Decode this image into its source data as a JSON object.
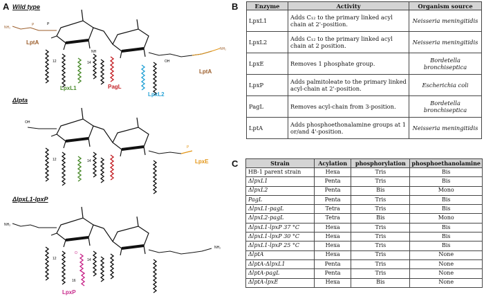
{
  "panels": {
    "a": "A",
    "b": "B",
    "c": "C"
  },
  "subpanels": [
    "Wild type",
    "Δlpta",
    "ΔlpxL1-lpxP"
  ],
  "labels": {
    "lptA_left": "LptA",
    "lptA_right": "LptA",
    "lpxL1": "LpxL1",
    "pagL": "PagL",
    "lpxL2": "LpxL2",
    "lpxE": "LpxE",
    "lpxP": "LpxP"
  },
  "atoms": {
    "oh": "OH",
    "o": "O",
    "nh": "NH",
    "nh2": "NH₂",
    "p": "P",
    "c12": "12",
    "c14": "14",
    "c16": "16"
  },
  "colors": {
    "lptA": "#9b5d2a",
    "lpxL1": "#4a8a2c",
    "pagL": "#c42126",
    "lpxL2": "#27a3d6",
    "lpxE": "#e39414",
    "lpxP": "#c8268a",
    "header_bg": "#d4d4d4"
  },
  "tableB": {
    "headers": [
      "Enzyme",
      "Activity",
      "Organism source"
    ],
    "rows": [
      {
        "enzyme": "LpxL1",
        "activity": "Adds C₁₂ to the primary linked acyl chain at 2'-position.",
        "organism": "Neisseria meningitidis"
      },
      {
        "enzyme": "LpxL2",
        "activity": "Adds C₁₂ to the primary linked acyl chain at 2 position.",
        "organism": "Neisseria meningitidis"
      },
      {
        "enzyme": "LpxE",
        "activity": "Removes 1 phosphate group.",
        "organism": "Bordetella bronchiseptica"
      },
      {
        "enzyme": "LpxP",
        "activity": "Adds palmitoleate to the primary linked acyl-chain at 2'-position.",
        "organism": "Escherichia coli"
      },
      {
        "enzyme": "PagL",
        "activity": "Removes acyl-chain from 3-position.",
        "organism": "Bordetella bronchiseptica"
      },
      {
        "enzyme": "LptA",
        "activity": "Adds phosphoethonalamine groups at 1 or/and 4'-position.",
        "organism": "Neisseria meningitidis"
      }
    ]
  },
  "tableC": {
    "headers": [
      "Strain",
      "Acylation",
      "phosphorylation",
      "phosphoethanolamine"
    ],
    "rows": [
      {
        "strain": "HB-1 parent strain",
        "acyl": "Hexa",
        "phos": "Tris",
        "pea": "Bis",
        "italic": false
      },
      {
        "strain": "ΔlpxL1",
        "acyl": "Penta",
        "phos": "Tris",
        "pea": "Bis",
        "italic": true
      },
      {
        "strain": "ΔlpxL2",
        "acyl": "Penta",
        "phos": "Bis",
        "pea": "Mono",
        "italic": true
      },
      {
        "strain": "PagL",
        "acyl": "Penta",
        "phos": "Tris",
        "pea": "Bis",
        "italic": true
      },
      {
        "strain": "ΔlpxL1-pagL",
        "acyl": "Tetra",
        "phos": "Tris",
        "pea": "Bis",
        "italic": true
      },
      {
        "strain": "ΔlpxL2-pagL",
        "acyl": "Tetra",
        "phos": "Bis",
        "pea": "Mono",
        "italic": true
      },
      {
        "strain": "ΔlpxL1-lpxP 37 °C",
        "acyl": "Hexa",
        "phos": "Tris",
        "pea": "Bis",
        "italic": true
      },
      {
        "strain": "ΔlpxL1-lpxP 30 °C",
        "acyl": "Hexa",
        "phos": "Tris",
        "pea": "Bis",
        "italic": true
      },
      {
        "strain": "ΔlpxL1-lpxP 25 °C",
        "acyl": "Hexa",
        "phos": "Tris",
        "pea": "Bis",
        "italic": true
      },
      {
        "strain": "ΔlptA",
        "acyl": "Hexa",
        "phos": "Tris",
        "pea": "None",
        "italic": true
      },
      {
        "strain": "ΔlptA-ΔlpxL1",
        "acyl": "Penta",
        "phos": "Tris",
        "pea": "None",
        "italic": true
      },
      {
        "strain": "ΔlptA-pagL",
        "acyl": "Penta",
        "phos": "Tris",
        "pea": "None",
        "italic": true
      },
      {
        "strain": "ΔlptA-lpxE",
        "acyl": "Hexa",
        "phos": "Bis",
        "pea": "None",
        "italic": true
      }
    ]
  }
}
